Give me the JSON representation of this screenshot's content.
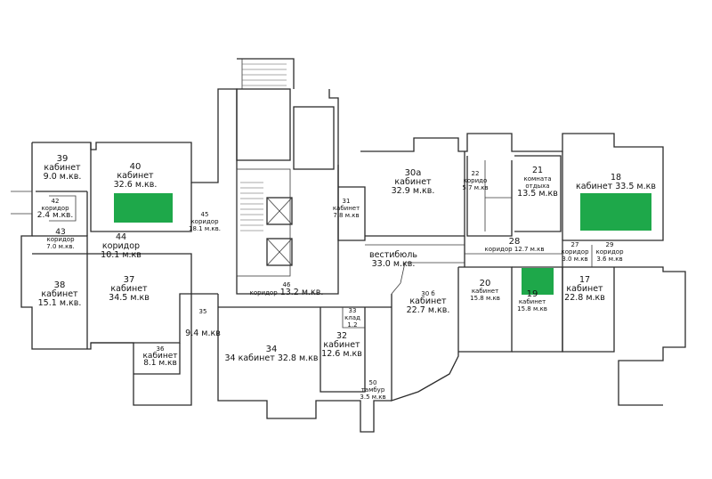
{
  "rooms": [
    {
      "id": "39",
      "num": "39",
      "name": "кабинет",
      "area": "9.0 м.кв."
    },
    {
      "id": "40",
      "num": "40",
      "name": "кабинет",
      "area": "32.6 м.кв."
    },
    {
      "id": "42",
      "num": "42",
      "name": "коридор",
      "area": "2.4 м.кв."
    },
    {
      "id": "43",
      "num": "43",
      "name": "коридор",
      "area": "7.0 м.кв."
    },
    {
      "id": "44",
      "num": "44",
      "name": "коридор",
      "area": "10.1 м.кв"
    },
    {
      "id": "45",
      "num": "45",
      "name": "коридор",
      "area": "18.1 м.кв."
    },
    {
      "id": "38",
      "num": "38",
      "name": "кабинет",
      "area": "15.1 м.кв."
    },
    {
      "id": "37",
      "num": "37",
      "name": "кабинет",
      "area": "34.5 м.кв"
    },
    {
      "id": "36",
      "num": "36",
      "name": "кабинет",
      "area": "8.1 м.кв"
    },
    {
      "id": "35",
      "num": "35",
      "name": "",
      "area": "9.4 м.кв"
    },
    {
      "id": "46",
      "num": "46",
      "name": "коридор",
      "area": "13.2 м.кв."
    },
    {
      "id": "34",
      "num": "34",
      "name": "34  кабинет",
      "area": "32.8 м.кв"
    },
    {
      "id": "33",
      "num": "33",
      "name": "клад",
      "area": "1.2"
    },
    {
      "id": "32",
      "num": "32",
      "name": "кабинет",
      "area": "12.6 м.кв"
    },
    {
      "id": "31",
      "num": "31",
      "name": "кабинет",
      "area": "7.8 м.кв"
    },
    {
      "id": "30a",
      "num": "30а",
      "name": "кабинет",
      "area": "32.9 м.кв."
    },
    {
      "id": "vest",
      "num": "",
      "name": "вестибюль",
      "area": "33.0 м.кв."
    },
    {
      "id": "30b",
      "num": "30 б",
      "name": "кабинет",
      "area": "22.7 м.кв."
    },
    {
      "id": "50",
      "num": "50",
      "name": "тамбур",
      "area": "3.5 м.кв"
    },
    {
      "id": "22",
      "num": "22",
      "name": "коридо",
      "area": "5.7 м.кв"
    },
    {
      "id": "21",
      "num": "21",
      "name": "комната отдыха",
      "area": "13.5 м.кв"
    },
    {
      "id": "18",
      "num": "18",
      "name": "кабинет",
      "area": "33.5 м.кв"
    },
    {
      "id": "28",
      "num": "28",
      "name": "коридор",
      "area": "12.7 м.кв"
    },
    {
      "id": "27",
      "num": "27",
      "name": "коридор",
      "area": "3.0 м.кв"
    },
    {
      "id": "29",
      "num": "29",
      "name": "коридор",
      "area": "3.6 м.кв"
    },
    {
      "id": "20",
      "num": "20",
      "name": "кабинет",
      "area": "15.8 м.кв"
    },
    {
      "id": "19",
      "num": "19",
      "name": "кабинет",
      "area": "15.8 м.кв"
    },
    {
      "id": "17",
      "num": "17",
      "name": "кабинет",
      "area": "22.8 м.кв"
    }
  ],
  "colors": {
    "highlight": "#1ea84a",
    "wall": "#2b2b2b"
  }
}
